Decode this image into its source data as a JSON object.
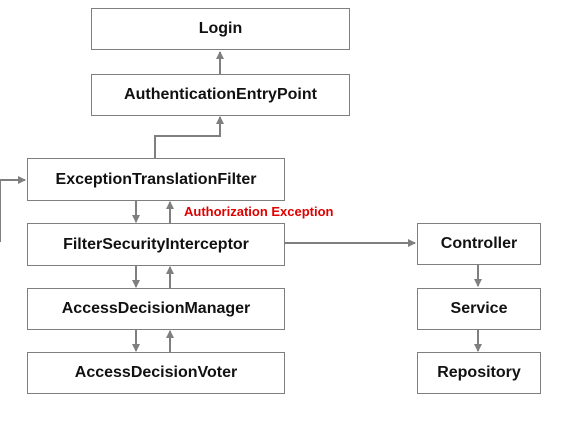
{
  "nodes": {
    "login": "Login",
    "entry_point": "AuthenticationEntryPoint",
    "exception_filter": "ExceptionTranslationFilter",
    "security_interceptor": "FilterSecurityInterceptor",
    "decision_manager": "AccessDecisionManager",
    "decision_voter": "AccessDecisionVoter",
    "controller": "Controller",
    "service": "Service",
    "repository": "Repository"
  },
  "edge_labels": {
    "authorization_exception": "Authorization Exception"
  },
  "colors": {
    "line": "#7f7f7f",
    "node_border": "#7f7f7f",
    "label_text": "#e00000",
    "node_text": "#111111"
  }
}
